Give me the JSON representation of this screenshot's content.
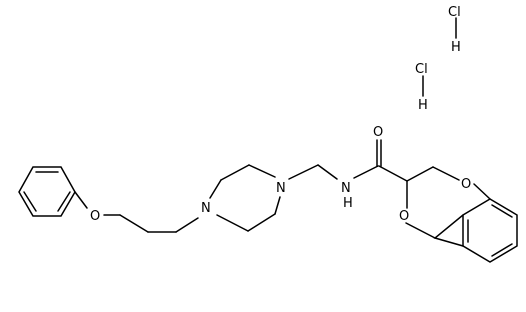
{
  "molecule": {
    "atoms": {
      "hcl1_cl": "Cl",
      "hcl1_h": "H",
      "hcl2_cl": "Cl",
      "hcl2_h": "H",
      "ether_o": "O",
      "piperazine_n1": "N",
      "piperazine_n2": "N",
      "amide_nh": "N",
      "amide_h": "H",
      "carbonyl_o": "O",
      "dioxane_o1": "O",
      "dioxane_o2": "O"
    }
  }
}
